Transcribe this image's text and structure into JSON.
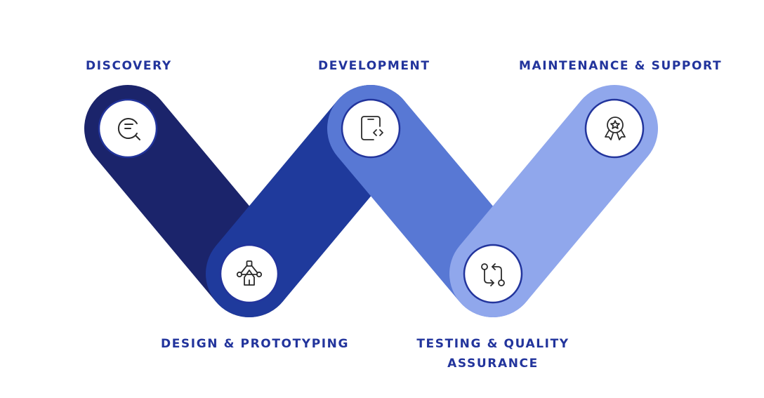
{
  "steps": [
    {
      "label": "DISCOVERY",
      "icon": "search-icon"
    },
    {
      "label": "DESIGN & PROTOTYPING",
      "icon": "pen-tool-icon"
    },
    {
      "label": "DEVELOPMENT",
      "icon": "code-device-icon"
    },
    {
      "label": "TESTING & QUALITY",
      "label2": "ASSURANCE",
      "icon": "git-compare-icon"
    },
    {
      "label": "MAINTENANCE & SUPPORT",
      "icon": "award-badge-icon"
    }
  ],
  "colors": {
    "label": "#22349c",
    "segment_1": "#1b246b",
    "segment_2": "#1f3a9c",
    "segment_3": "#5878d4",
    "segment_4": "#90a7ec",
    "node_border": "#22349c",
    "icon_stroke": "#2b2b2b"
  }
}
